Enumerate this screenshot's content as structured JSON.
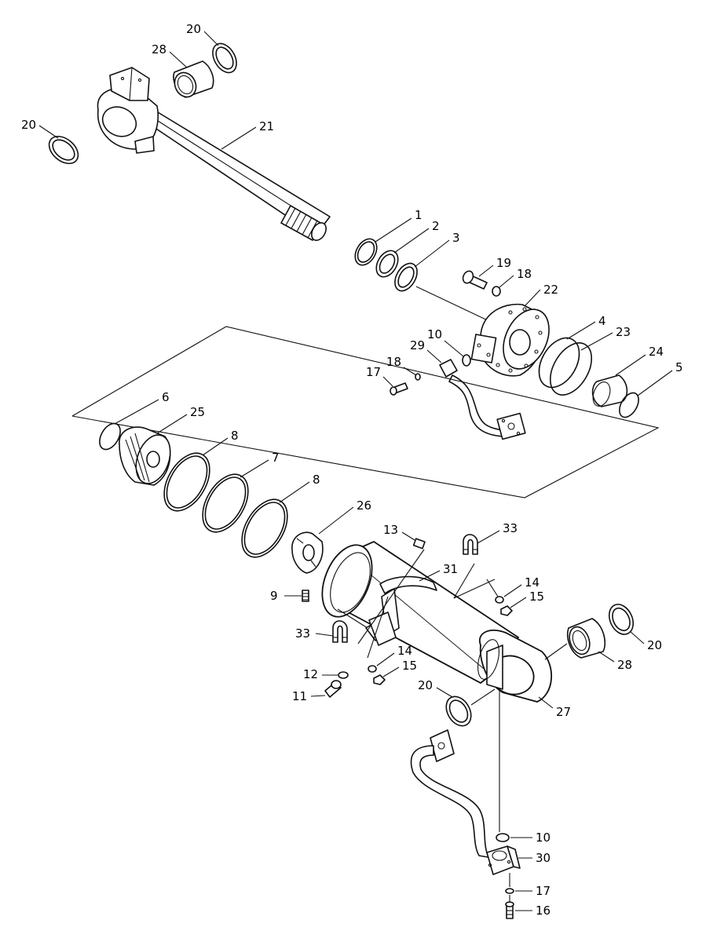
{
  "callouts": [
    {
      "id": "20a",
      "text": "20"
    },
    {
      "id": "28a",
      "text": "28"
    },
    {
      "id": "20b",
      "text": "20"
    },
    {
      "id": "21",
      "text": "21"
    },
    {
      "id": "1",
      "text": "1"
    },
    {
      "id": "2",
      "text": "2"
    },
    {
      "id": "3",
      "text": "3"
    },
    {
      "id": "19",
      "text": "19"
    },
    {
      "id": "18a",
      "text": "18"
    },
    {
      "id": "22",
      "text": "22"
    },
    {
      "id": "4",
      "text": "4"
    },
    {
      "id": "23",
      "text": "23"
    },
    {
      "id": "10a",
      "text": "10"
    },
    {
      "id": "29",
      "text": "29"
    },
    {
      "id": "24",
      "text": "24"
    },
    {
      "id": "5",
      "text": "5"
    },
    {
      "id": "18b",
      "text": "18"
    },
    {
      "id": "17a",
      "text": "17"
    },
    {
      "id": "6",
      "text": "6"
    },
    {
      "id": "25",
      "text": "25"
    },
    {
      "id": "8a",
      "text": "8"
    },
    {
      "id": "7",
      "text": "7"
    },
    {
      "id": "8b",
      "text": "8"
    },
    {
      "id": "26",
      "text": "26"
    },
    {
      "id": "13",
      "text": "13"
    },
    {
      "id": "33a",
      "text": "33"
    },
    {
      "id": "31",
      "text": "31"
    },
    {
      "id": "14a",
      "text": "14"
    },
    {
      "id": "15a",
      "text": "15"
    },
    {
      "id": "9",
      "text": "9"
    },
    {
      "id": "33b",
      "text": "33"
    },
    {
      "id": "14b",
      "text": "14"
    },
    {
      "id": "15b",
      "text": "15"
    },
    {
      "id": "12",
      "text": "12"
    },
    {
      "id": "11",
      "text": "11"
    },
    {
      "id": "20c",
      "text": "20"
    },
    {
      "id": "28b",
      "text": "28"
    },
    {
      "id": "20d",
      "text": "20"
    },
    {
      "id": "27",
      "text": "27"
    },
    {
      "id": "10b",
      "text": "10"
    },
    {
      "id": "30",
      "text": "30"
    },
    {
      "id": "17b",
      "text": "17"
    },
    {
      "id": "16",
      "text": "16"
    }
  ]
}
